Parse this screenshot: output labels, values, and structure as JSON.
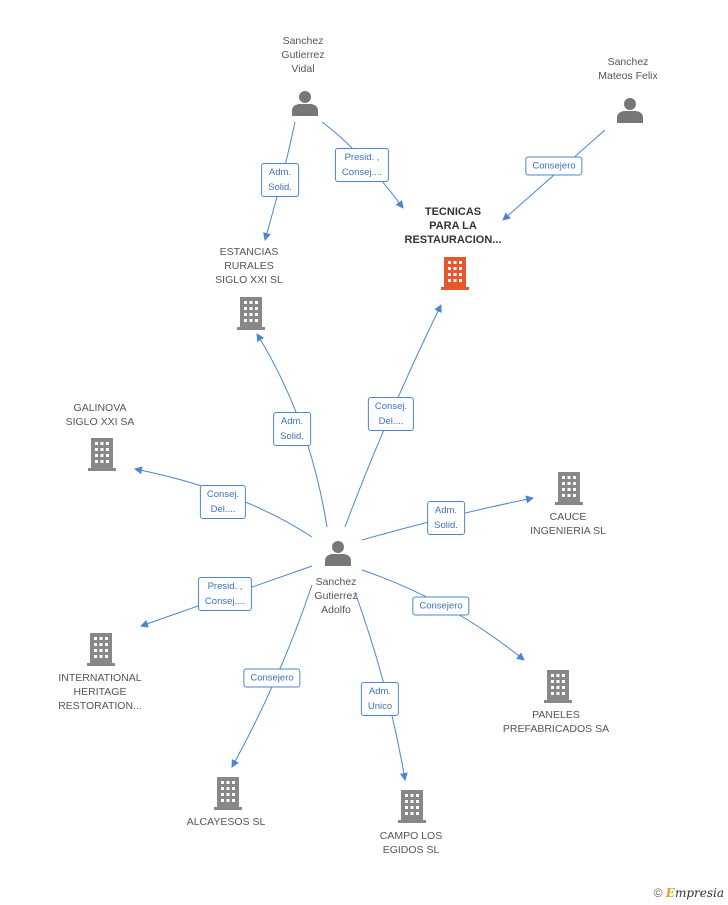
{
  "colors": {
    "edge": "#4a86d4",
    "company": "#888888",
    "main_company": "#e8572b",
    "person": "#777777"
  },
  "nodes": {
    "sanchez_gutierrez_vidal": {
      "label": "Sanchez\nGutierrez\nVidal",
      "type": "person"
    },
    "sanchez_mateos_felix": {
      "label": "Sanchez\nMateos Felix",
      "type": "person"
    },
    "tecnicas_restauracion": {
      "label": "TECNICAS\nPARA LA\nRESTAURACION...",
      "type": "company-main"
    },
    "estancias_rurales": {
      "label": "ESTANCIAS\nRURALES\nSIGLO XXI SL",
      "type": "company"
    },
    "galinova": {
      "label": "GALINOVA\nSIGLO XXI SA",
      "type": "company"
    },
    "cauce_ingenieria": {
      "label": "CAUCE\nINGENIERIA SL",
      "type": "company"
    },
    "sanchez_gutierrez_adolfo": {
      "label": "Sanchez\nGutierrez\nAdolfo",
      "type": "person"
    },
    "international_heritage": {
      "label": "INTERNATIONAL\nHERITAGE\nRESTORATION...",
      "type": "company"
    },
    "paneles_prefabricados": {
      "label": "PANELES\nPREFABRICADOS SA",
      "type": "company"
    },
    "alcayesos": {
      "label": "ALCAYESOS SL",
      "type": "company"
    },
    "campo_los_egidos": {
      "label": "CAMPO LOS\nEGIDOS SL",
      "type": "company"
    }
  },
  "edges": [
    {
      "label": "Adm.\nSolid."
    },
    {
      "label": "Presid. ,\nConsej...."
    },
    {
      "label": "Consejero"
    },
    {
      "label": "Adm.\nSolid."
    },
    {
      "label": "Consej.\nDel...."
    },
    {
      "label": "Consej.\nDel...."
    },
    {
      "label": "Adm.\nSolid."
    },
    {
      "label": "Presid. ,\nConsej...."
    },
    {
      "label": "Consejero"
    },
    {
      "label": "Consejero"
    },
    {
      "label": "Adm.\nUnico"
    }
  ],
  "footer": {
    "copyright": "©",
    "brand_initial": "E",
    "brand_rest": "mpresia"
  }
}
